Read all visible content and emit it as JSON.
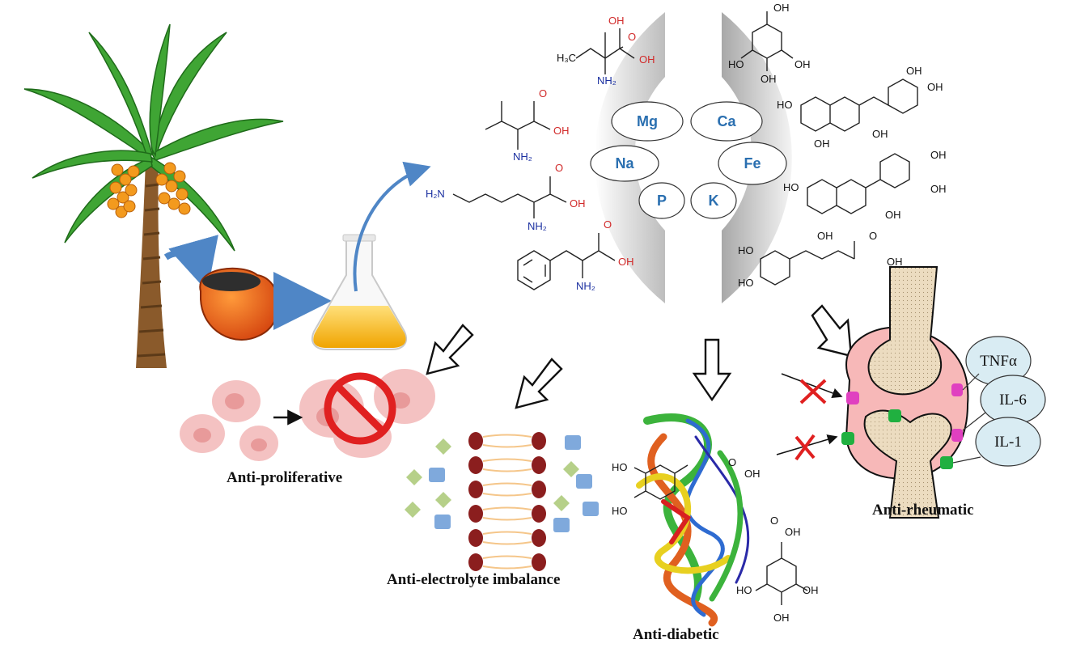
{
  "minerals": [
    "Mg",
    "Ca",
    "Na",
    "Fe",
    "P",
    "K"
  ],
  "effects": {
    "anti_proliferative": "Anti-proliferative",
    "anti_electrolyte": "Anti-electrolyte imbalance",
    "anti_diabetic": "Anti-diabetic",
    "anti_rheumatic": "Anti-rheumatic"
  },
  "cytokines": [
    "TNFα",
    "IL-6",
    "IL-1"
  ],
  "chem_labels": {
    "oh": "OH",
    "ho": "HO",
    "nh2": "NH₂",
    "h2n": "H₂N",
    "h3c": "H₃C",
    "o": "O"
  },
  "colors": {
    "mineral_text": "#2a6fb0",
    "arrow_blue": "#4f86c6",
    "inhibit_red": "#e02020",
    "cell_pink": "#f0b8b8",
    "cytokine_fill": "#d9ecf3"
  }
}
